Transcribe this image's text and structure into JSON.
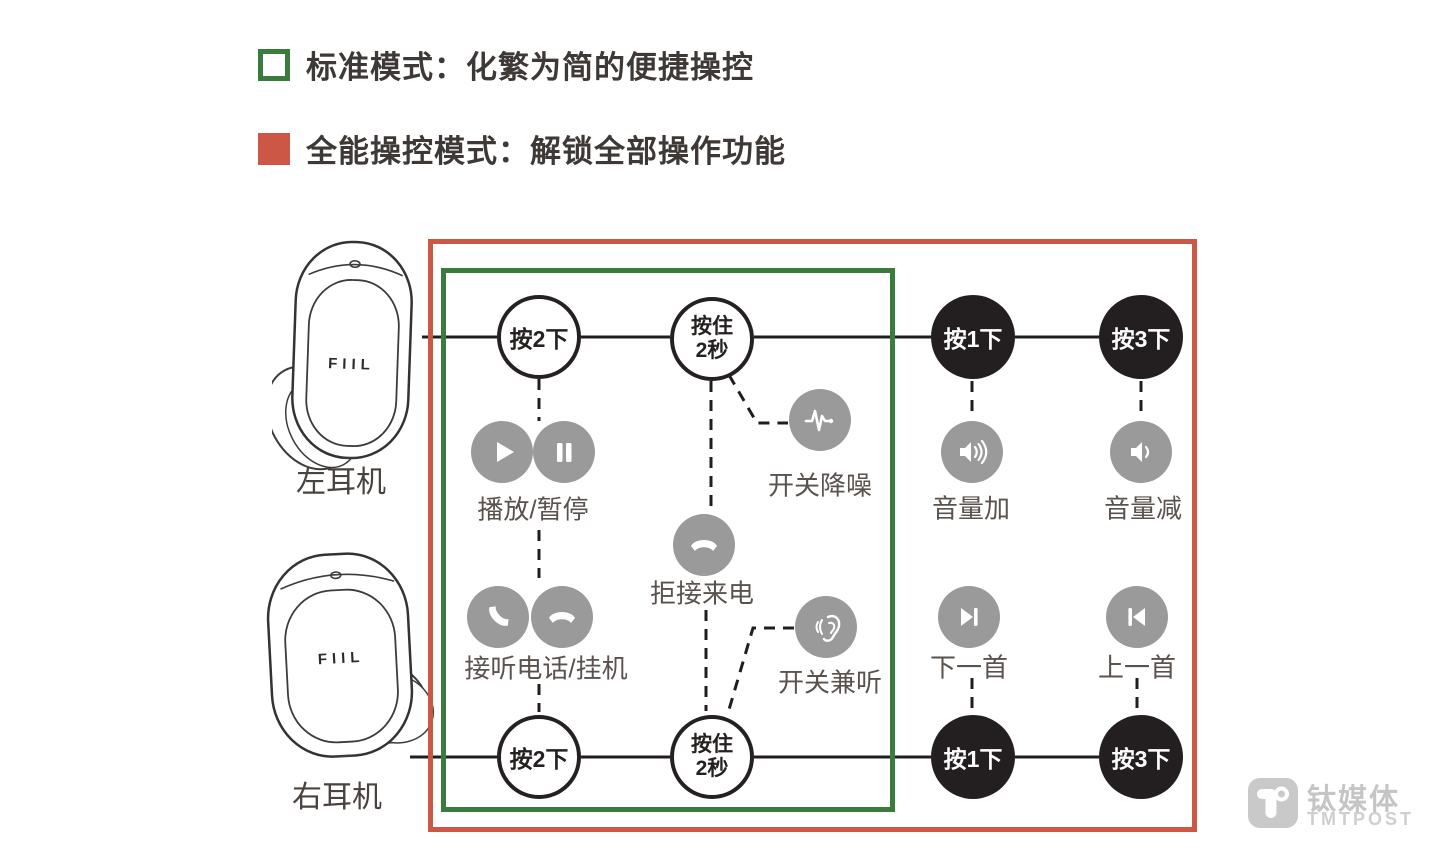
{
  "legend": {
    "standard_label": "标准模式：化繁为简的便捷操控",
    "full_label": "全能操控模式：解锁全部操作功能"
  },
  "earbuds": {
    "brand": "FIIL",
    "left_label": "左耳机",
    "right_label": "右耳机"
  },
  "buttons": {
    "press2": "按2下",
    "hold_line1": "按住",
    "hold_line2": "2秒",
    "press1": "按1下",
    "press3": "按3下"
  },
  "actions": {
    "play_pause": "播放/暂停",
    "toggle_anc": "开关降噪",
    "reject_call": "拒接来电",
    "answer_hangup": "接听电话/挂机",
    "toggle_ambient": "开关兼听",
    "volume_up": "音量加",
    "volume_down": "音量减",
    "next_track": "下一首",
    "prev_track": "上一首"
  },
  "watermark": {
    "name_cn": "钛媒体",
    "name_en": "TMTPOST"
  },
  "colors": {
    "standard_green": "#3a7c3e",
    "full_red": "#cc5745",
    "icon_gray": "#9a9a9a",
    "circle_black": "#231f20"
  },
  "icons": [
    "checkbox-outline-icon",
    "square-filled-icon",
    "play-icon",
    "pause-icon",
    "anc-wave-icon",
    "reject-call-icon",
    "answer-call-icon",
    "hangup-call-icon",
    "ambient-ear-icon",
    "volume-up-icon",
    "volume-down-icon",
    "next-track-icon",
    "prev-track-icon",
    "tmtpost-logo-icon"
  ]
}
